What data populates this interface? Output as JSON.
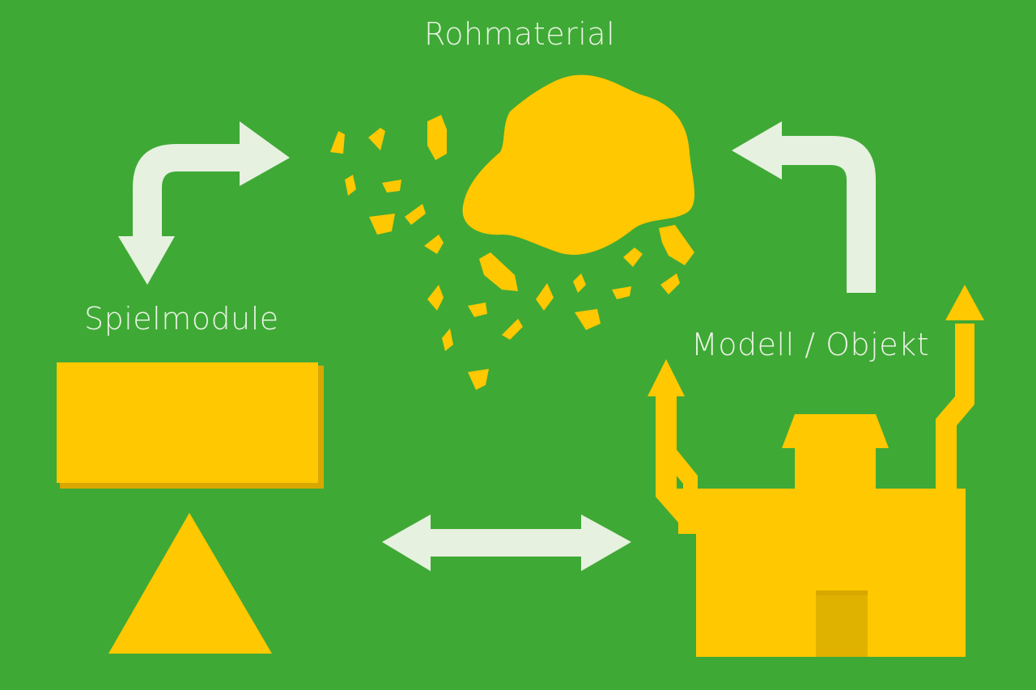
{
  "labels": {
    "raw_material": "Rohmaterial",
    "game_modules": "Spielmodule",
    "model_object": "Modell / Objekt"
  },
  "colors": {
    "background": "#3fa935",
    "shape_fill": "#ffc800",
    "shape_shadow": "#d8a800",
    "door": "#e0b200",
    "arrow_fill": "#e6f1e0"
  }
}
